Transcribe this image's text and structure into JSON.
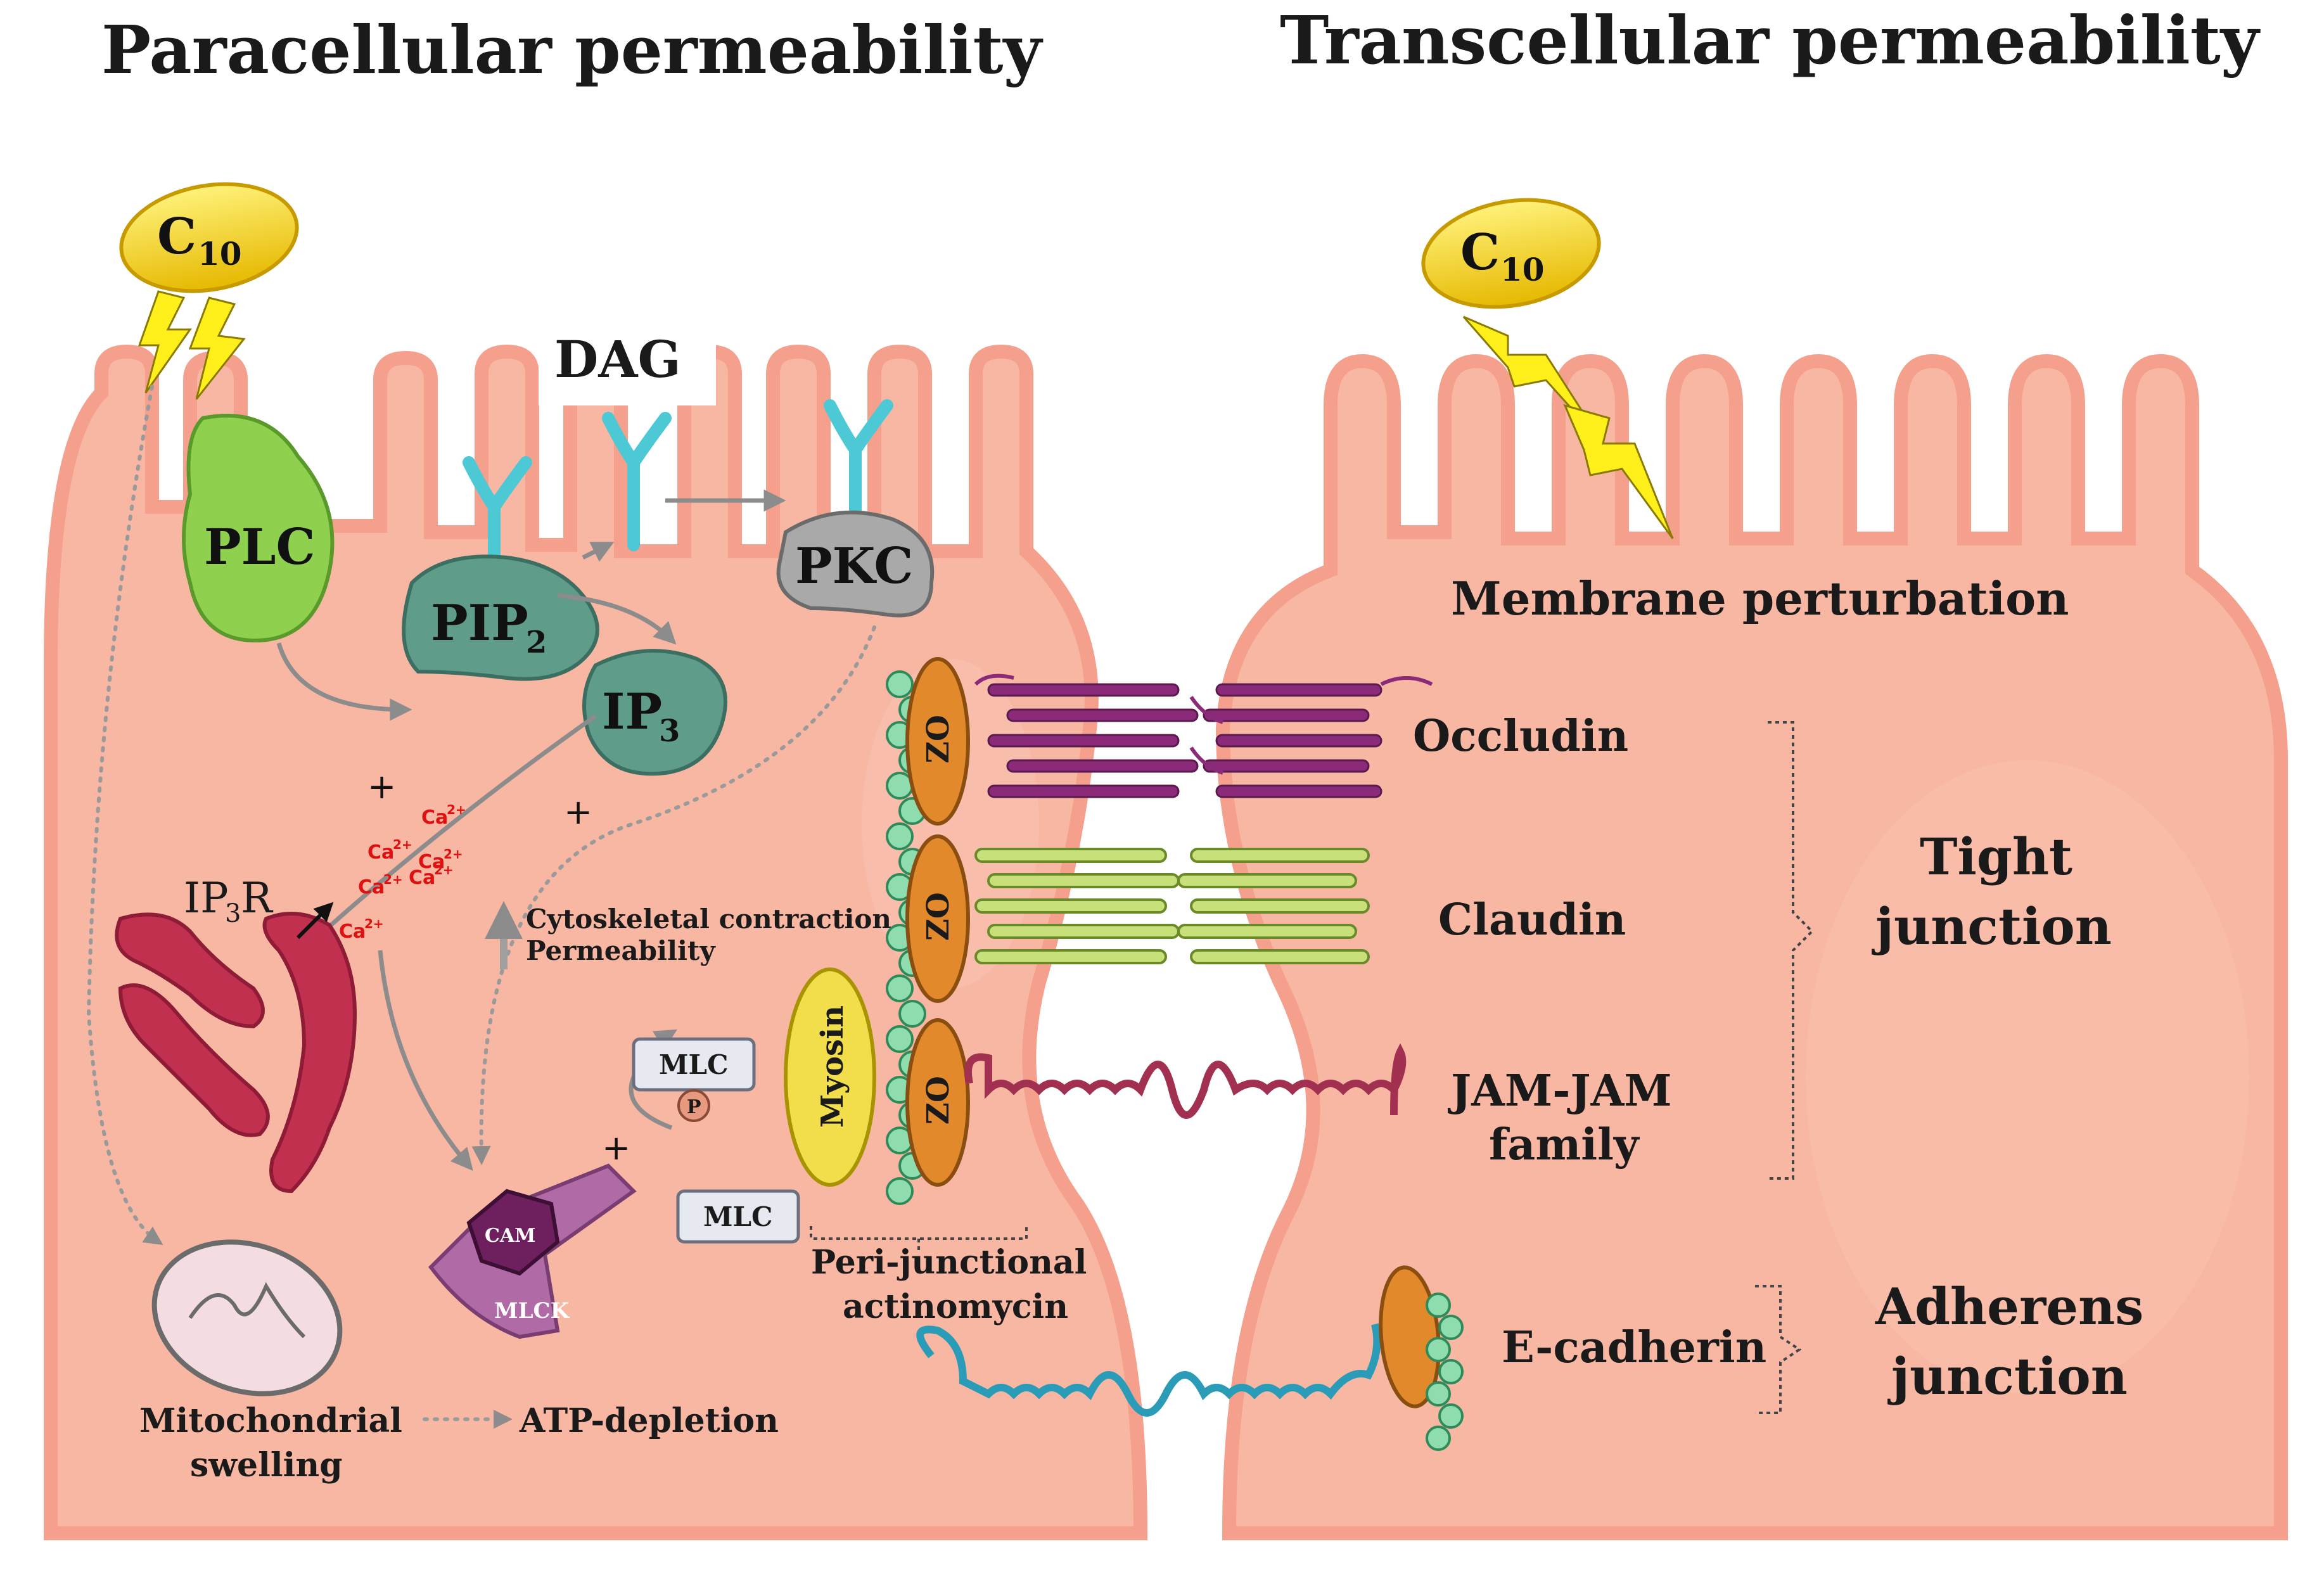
{
  "titles": {
    "left": "Paracellular permeability",
    "right": "Transcellular permeability"
  },
  "molecules": {
    "c10_left": "C",
    "c10_right": "C",
    "c10_sub": "10",
    "plc": "PLC",
    "dag": "DAG",
    "pip2": "PIP",
    "pip2_sub": "2",
    "ip3": "IP",
    "ip3_sub": "3",
    "pkc": "PKC",
    "ip3r": "IP",
    "ip3r_sub": "3",
    "ip3r_r": "R",
    "zo": "ZO",
    "myosin": "Myosin",
    "mlc_top": "MLC",
    "mlc_bottom": "MLC",
    "p": "P",
    "cam": "CAM",
    "mlck": "MLCK"
  },
  "calcium": [
    "Ca",
    "Ca",
    "Ca",
    "Ca",
    "Ca",
    "Ca"
  ],
  "calcium_sup": "2+",
  "plus_signs": [
    "+",
    "+",
    "+"
  ],
  "notes": {
    "cyto_line1": "Cytoskeletal contraction",
    "cyto_line2": "Permeability",
    "mito_line1": "Mitochondrial",
    "mito_line2": "swelling",
    "atp": "ATP-depletion",
    "peri_line1": "Peri-junctional",
    "peri_line2": "actinomycin",
    "membrane": "Membrane perturbation"
  },
  "junction_labels": {
    "occludin": "Occludin",
    "claudin": "Claudin",
    "jam_line1": "JAM-JAM",
    "jam_line2": "family",
    "ecadherin": "E-cadherin",
    "tight_line1": "Tight",
    "tight_line2": "junction",
    "adherens_line1": "Adherens",
    "adherens_line2": "junction"
  },
  "colors": {
    "cell_fill": "#f7b7a3",
    "cell_stroke": "#f08f7c",
    "plc": "#8fd14f",
    "pip": "#5f9c8a",
    "pkc": "#a9a9a9",
    "receptor": "#4dc9d6",
    "zo": "#e28a2b",
    "occludin": "#8a2a78",
    "claudin": "#c8e07a",
    "jam": "#a23050",
    "cadherin": "#2a9cb8",
    "er": "#c2304f",
    "myosin": "#f2dd4a",
    "cam": "#6d1f5e",
    "mlck": "#b06aa5",
    "c10": "#f5d000"
  }
}
